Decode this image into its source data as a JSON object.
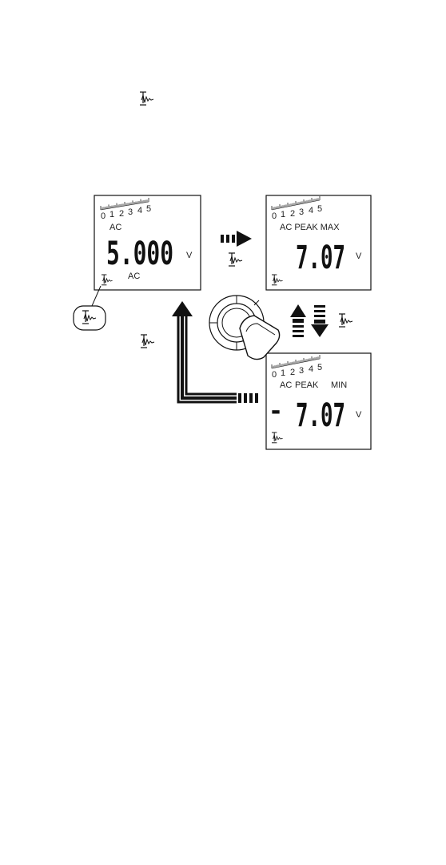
{
  "header_icon": "peak-hold-icon",
  "scale_ticks": [
    "0",
    "1",
    "2",
    "3",
    "4",
    "5"
  ],
  "display_ac": {
    "mode_top": "AC",
    "reading": "5.000",
    "unit": "V",
    "mode_bottom": "AC",
    "icon": "peak-mode-icon"
  },
  "display_peak_max": {
    "mode": "AC PEAK MAX",
    "reading": "7.07",
    "unit": "V",
    "icon": "peak-mode-icon"
  },
  "display_peak_min": {
    "mode_ac": "AC",
    "mode_peak": "PEAK",
    "mode_min": "MIN",
    "sign": "-",
    "reading": "7.07",
    "unit": "V",
    "icon": "peak-mode-icon"
  },
  "key_icon": "peak-key-icon",
  "colors": {
    "ink": "#111111",
    "background": "#ffffff"
  }
}
